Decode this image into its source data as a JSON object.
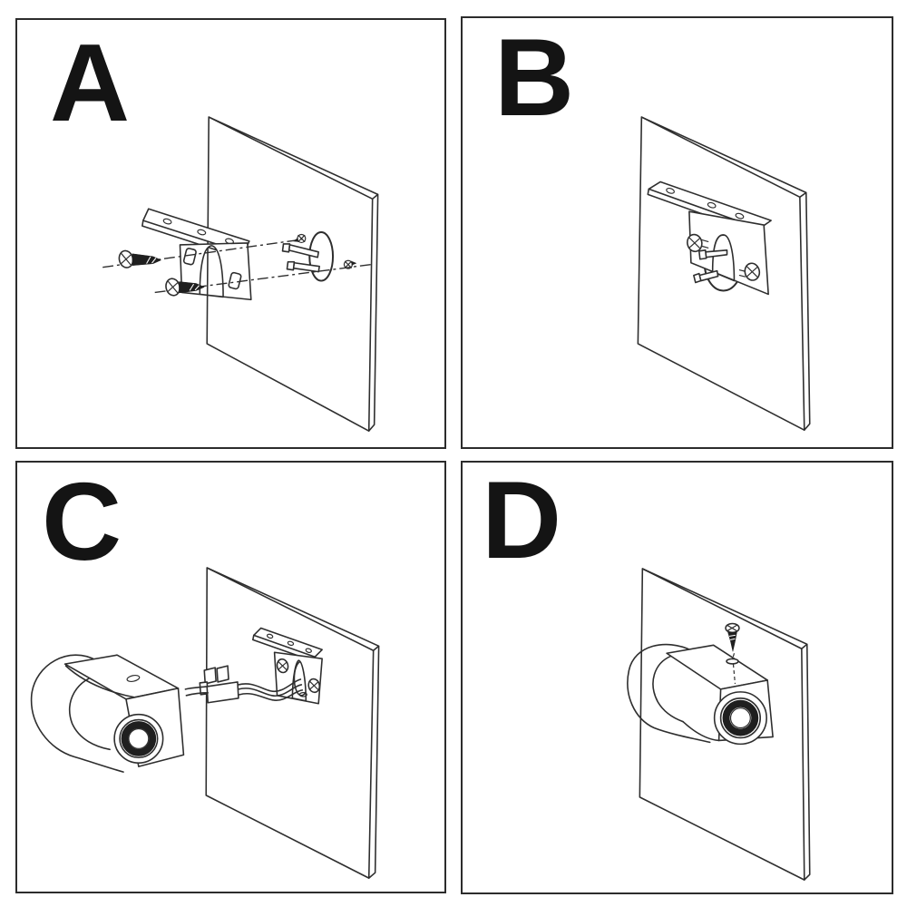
{
  "colors": {
    "background": "#ffffff",
    "line": "#2e2e2e",
    "panel_border": "#2c2c2c",
    "label": "#141414",
    "screw_fill": "#1f1f1f"
  },
  "panels": [
    {
      "label": "A",
      "figure": "exploded-view-bracket-alignment",
      "parts": [
        "wall-panel",
        "cable-hole",
        "power-wires",
        "mounting-bracket",
        "bracket-screws",
        "alignment-lines",
        "wall-anchor-screws"
      ]
    },
    {
      "label": "B",
      "figure": "bracket-fastened-to-wall",
      "parts": [
        "wall-panel",
        "cable-hole",
        "power-wires",
        "mounting-bracket",
        "bracket-screws"
      ]
    },
    {
      "label": "C",
      "figure": "wiring-camera-to-bracket",
      "parts": [
        "wall-panel",
        "mounting-bracket",
        "bracket-screws",
        "power-wires",
        "wire-connectors",
        "camera-unit",
        "camera-lens"
      ]
    },
    {
      "label": "D",
      "figure": "camera-mounted-locking-screw",
      "parts": [
        "wall-panel",
        "camera-unit",
        "camera-lens",
        "locking-screw",
        "screw-hole"
      ]
    }
  ]
}
